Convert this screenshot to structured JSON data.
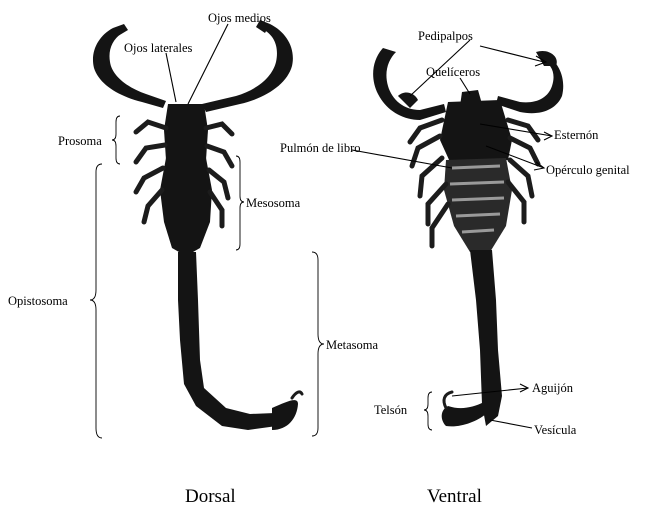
{
  "labels": {
    "ojos_medios": "Ojos medios",
    "ojos_laterales": "Ojos laterales",
    "prosoma": "Prosoma",
    "mesosoma": "Mesosoma",
    "opistosoma": "Opistosoma",
    "metasoma": "Metasoma",
    "pedipalpos": "Pedipalpos",
    "queliceros": "Quelíceros",
    "pulmon_de_libro": "Pulmón de libro",
    "esternon": "Esternón",
    "operculo_genital": "Opérculo genital",
    "aguijon": "Aguijón",
    "telson": "Telsón",
    "vesicula": "Vesícula"
  },
  "captions": {
    "dorsal": "Dorsal",
    "ventral": "Ventral"
  }
}
